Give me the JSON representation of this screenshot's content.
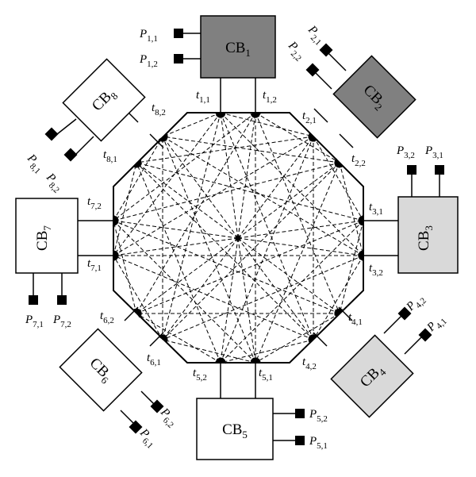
{
  "colors": {
    "cb_dark": "#808080",
    "cb_light": "#d9d9d9",
    "cb_white": "#ffffff",
    "stroke": "#000000",
    "port": "#000000"
  },
  "blocks": [
    {
      "id": "cb1",
      "name": "CB",
      "sub": "1",
      "fill": "dark",
      "terminals": [
        {
          "name": "t",
          "sub": "1,1"
        },
        {
          "name": "t",
          "sub": "1,2"
        }
      ],
      "ports": [
        {
          "name": "P",
          "sub": "1,1"
        },
        {
          "name": "P",
          "sub": "1,2"
        }
      ]
    },
    {
      "id": "cb2",
      "name": "CB",
      "sub": "2",
      "fill": "dark",
      "terminals": [
        {
          "name": "t",
          "sub": "2,1"
        },
        {
          "name": "t",
          "sub": "2,2"
        }
      ],
      "ports": [
        {
          "name": "P",
          "sub": "2,1"
        },
        {
          "name": "P",
          "sub": "2,2"
        }
      ]
    },
    {
      "id": "cb3",
      "name": "CB",
      "sub": "3",
      "fill": "light",
      "terminals": [
        {
          "name": "t",
          "sub": "3,1"
        },
        {
          "name": "t",
          "sub": "3,2"
        }
      ],
      "ports": [
        {
          "name": "P",
          "sub": "3,1"
        },
        {
          "name": "P",
          "sub": "3,2"
        }
      ]
    },
    {
      "id": "cb4",
      "name": "CB",
      "sub": "4",
      "fill": "light",
      "terminals": [
        {
          "name": "t",
          "sub": "4,1"
        },
        {
          "name": "t",
          "sub": "4,2"
        }
      ],
      "ports": [
        {
          "name": "P",
          "sub": "4,1"
        },
        {
          "name": "P",
          "sub": "4,2"
        }
      ]
    },
    {
      "id": "cb5",
      "name": "CB",
      "sub": "5",
      "fill": "white",
      "terminals": [
        {
          "name": "t",
          "sub": "5,1"
        },
        {
          "name": "t",
          "sub": "5,2"
        }
      ],
      "ports": [
        {
          "name": "P",
          "sub": "5,1"
        },
        {
          "name": "P",
          "sub": "5,2"
        }
      ]
    },
    {
      "id": "cb6",
      "name": "CB",
      "sub": "6",
      "fill": "white",
      "terminals": [
        {
          "name": "t",
          "sub": "6,1"
        },
        {
          "name": "t",
          "sub": "6,2"
        }
      ],
      "ports": [
        {
          "name": "P",
          "sub": "6,1"
        },
        {
          "name": "P",
          "sub": "6,2"
        }
      ]
    },
    {
      "id": "cb7",
      "name": "CB",
      "sub": "7",
      "fill": "white",
      "terminals": [
        {
          "name": "t",
          "sub": "7,1"
        },
        {
          "name": "t",
          "sub": "7,2"
        }
      ],
      "ports": [
        {
          "name": "P",
          "sub": "7,1"
        },
        {
          "name": "P",
          "sub": "7,2"
        }
      ]
    },
    {
      "id": "cb8",
      "name": "CB",
      "sub": "8",
      "fill": "white",
      "terminals": [
        {
          "name": "t",
          "sub": "8,1"
        },
        {
          "name": "t",
          "sub": "8,2"
        }
      ],
      "ports": [
        {
          "name": "P",
          "sub": "8,1"
        },
        {
          "name": "P",
          "sub": "8,2"
        }
      ]
    }
  ]
}
